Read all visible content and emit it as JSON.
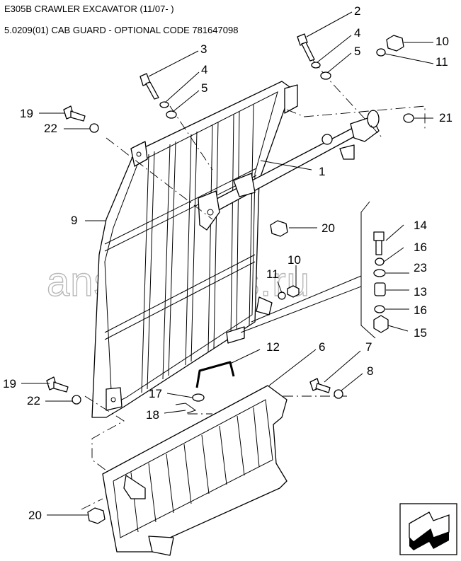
{
  "header": {
    "model": "E305B CRAWLER EXCAVATOR (11/07- )",
    "section": "5.0209(01) CAB GUARD - OPTIONAL CODE 781647098",
    "corner_mark": "ʹʹ"
  },
  "watermark": "ansat-parts.ru",
  "callouts": {
    "c2": "2",
    "c3": "3",
    "c4a": "4",
    "c4b": "4",
    "c5a": "5",
    "c5b": "5",
    "c10a": "10",
    "c11a": "11",
    "c21": "21",
    "c19a": "19",
    "c22a": "22",
    "c1": "1",
    "c9": "9",
    "c20a": "20",
    "c14": "14",
    "c16a": "16",
    "c23": "23",
    "c13": "13",
    "c16b": "16",
    "c15": "15",
    "c10b": "10",
    "c11b": "11",
    "c12": "12",
    "c6": "6",
    "c7": "7",
    "c8": "8",
    "c19b": "19",
    "c22b": "22",
    "c17": "17",
    "c18": "18",
    "c20b": "20"
  },
  "nav_icon": "next-page-arrow-icon"
}
